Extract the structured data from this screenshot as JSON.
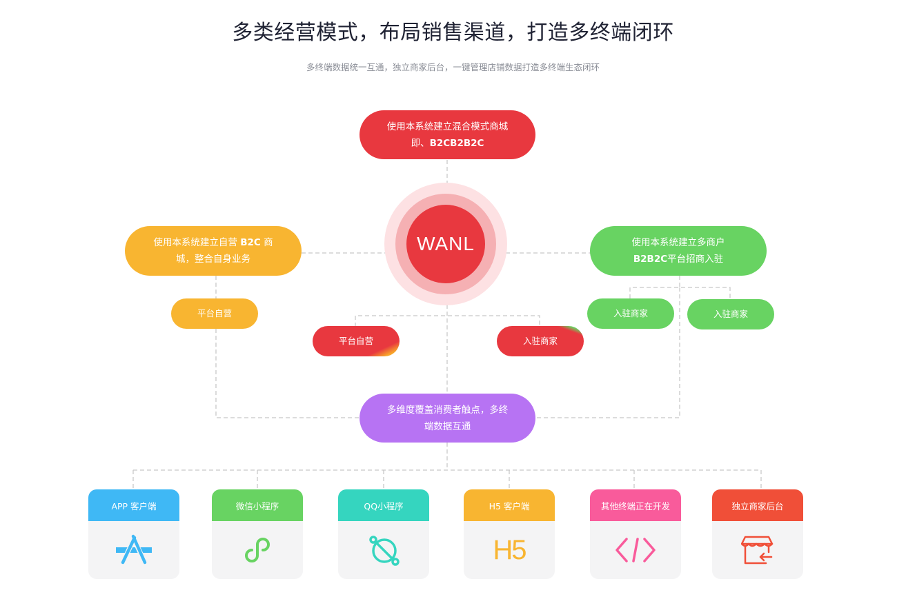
{
  "header": {
    "title": "多类经营模式，布局销售渠道，打造多终端闭环",
    "subtitle": "多终端数据统一互通，独立商家后台，一键管理店铺数据打造多终端生态闭环"
  },
  "diagram": {
    "top_node": {
      "line1": "使用本系统建立混合模式商城",
      "line2_prefix": "即、",
      "line2_bold": "B2CB2B2C"
    },
    "hub": {
      "label": "WANL"
    },
    "left_node": {
      "line1_prefix": "使用本系统建立自营 ",
      "line1_bold": "B2C",
      "line1_suffix": " 商",
      "line2": "城，整合自身业务"
    },
    "right_node": {
      "line1": "使用本系统建立多商户",
      "line2_bold": "B2B2C",
      "line2_suffix": "平台招商入驻"
    },
    "left_child": {
      "label": "平台自营"
    },
    "right_children": [
      {
        "label": "入驻商家"
      },
      {
        "label": "入驻商家"
      }
    ],
    "center_children": [
      {
        "label": "平台自营"
      },
      {
        "label": "入驻商家"
      }
    ],
    "bottom_node": {
      "line1": "多维度覆盖消费者触点，多终",
      "line2": "端数据互通"
    },
    "terminals": [
      {
        "label": "APP 客户端",
        "icon": "app-store-icon",
        "color": "#3fb8f5"
      },
      {
        "label": "微信小程序",
        "icon": "wechat-miniprogram-icon",
        "color": "#68d362"
      },
      {
        "label": "QQ小程序",
        "icon": "qq-planet-icon",
        "color": "#35d5bf"
      },
      {
        "label": "H5 客户端",
        "icon": "h5-icon",
        "color": "#f8b531",
        "icon_text": "H5"
      },
      {
        "label": "其他终端正在开发",
        "icon": "code-icon",
        "color": "#f95b9b"
      },
      {
        "label": "独立商家后台",
        "icon": "store-icon",
        "color": "#f04f38"
      }
    ]
  },
  "colors": {
    "red": "#e8383f",
    "orange": "#f8b531",
    "green": "#68d362",
    "purple": "#b773f3",
    "connector": "#c8c8c8"
  }
}
